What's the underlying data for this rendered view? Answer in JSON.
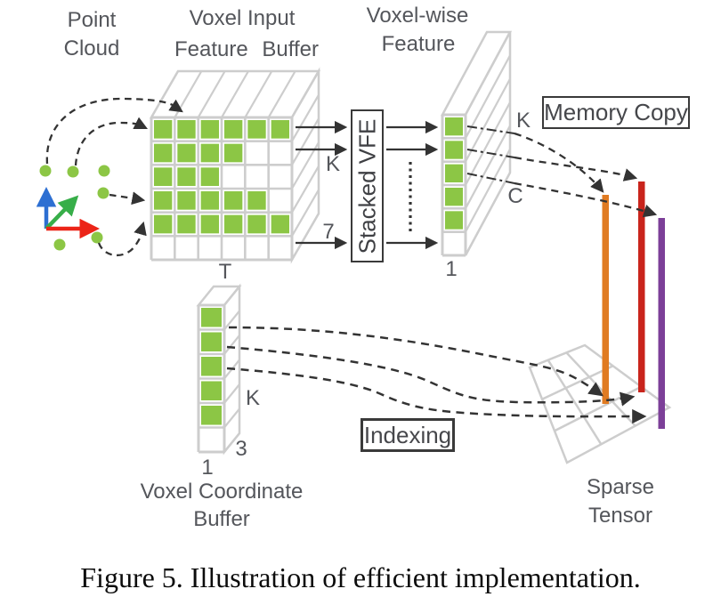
{
  "caption": "Figure 5. Illustration of efficient implementation.",
  "labels": {
    "point_cloud_1": "Point",
    "point_cloud_2": "Cloud",
    "voxel_input_1": "Voxel Input",
    "voxel_input_2": "Feature Buffer",
    "voxel_wise_1": "Voxel-wise",
    "voxel_wise_2": "Feature",
    "buffer_dim_k": "K",
    "buffer_dim_7": "7",
    "buffer_dim_t": "T",
    "feature_dim_k": "K",
    "feature_dim_c": "C",
    "feature_dim_1": "1",
    "coord_dim_k": "K",
    "coord_dim_3": "3",
    "coord_dim_1": "1",
    "coord_buffer_1": "Voxel Coordinate",
    "coord_buffer_2": "Buffer",
    "sparse_1": "Sparse",
    "sparse_2": "Tensor"
  },
  "boxes": {
    "stacked_vfe": "Stacked VFE",
    "memory_copy": "Memory Copy",
    "indexing": "Indexing"
  },
  "grids": {
    "voxel_input_feature_buffer": [
      "GGGGGG",
      "GGGGWW",
      "GGGWWW",
      "GGGGGW",
      "GGGGGG",
      "WWWWWW"
    ],
    "voxel_wise_feature": [
      "G",
      "G",
      "G",
      "G",
      "G",
      "W"
    ],
    "voxel_coordinate_buffer": [
      "G",
      "G",
      "G",
      "G",
      "G",
      "W"
    ]
  },
  "colors": {
    "green": "#8CC645",
    "grid_gray": "#CDCDCD",
    "line_dark": "#333333",
    "label_gray": "#54565B",
    "orange": "#E07B22",
    "red": "#C9241C",
    "purple": "#7C3F98",
    "axis_blue": "#2D6FD2",
    "axis_green": "#37AE49",
    "axis_red": "#EC2418",
    "white": "#FFFFFF"
  }
}
